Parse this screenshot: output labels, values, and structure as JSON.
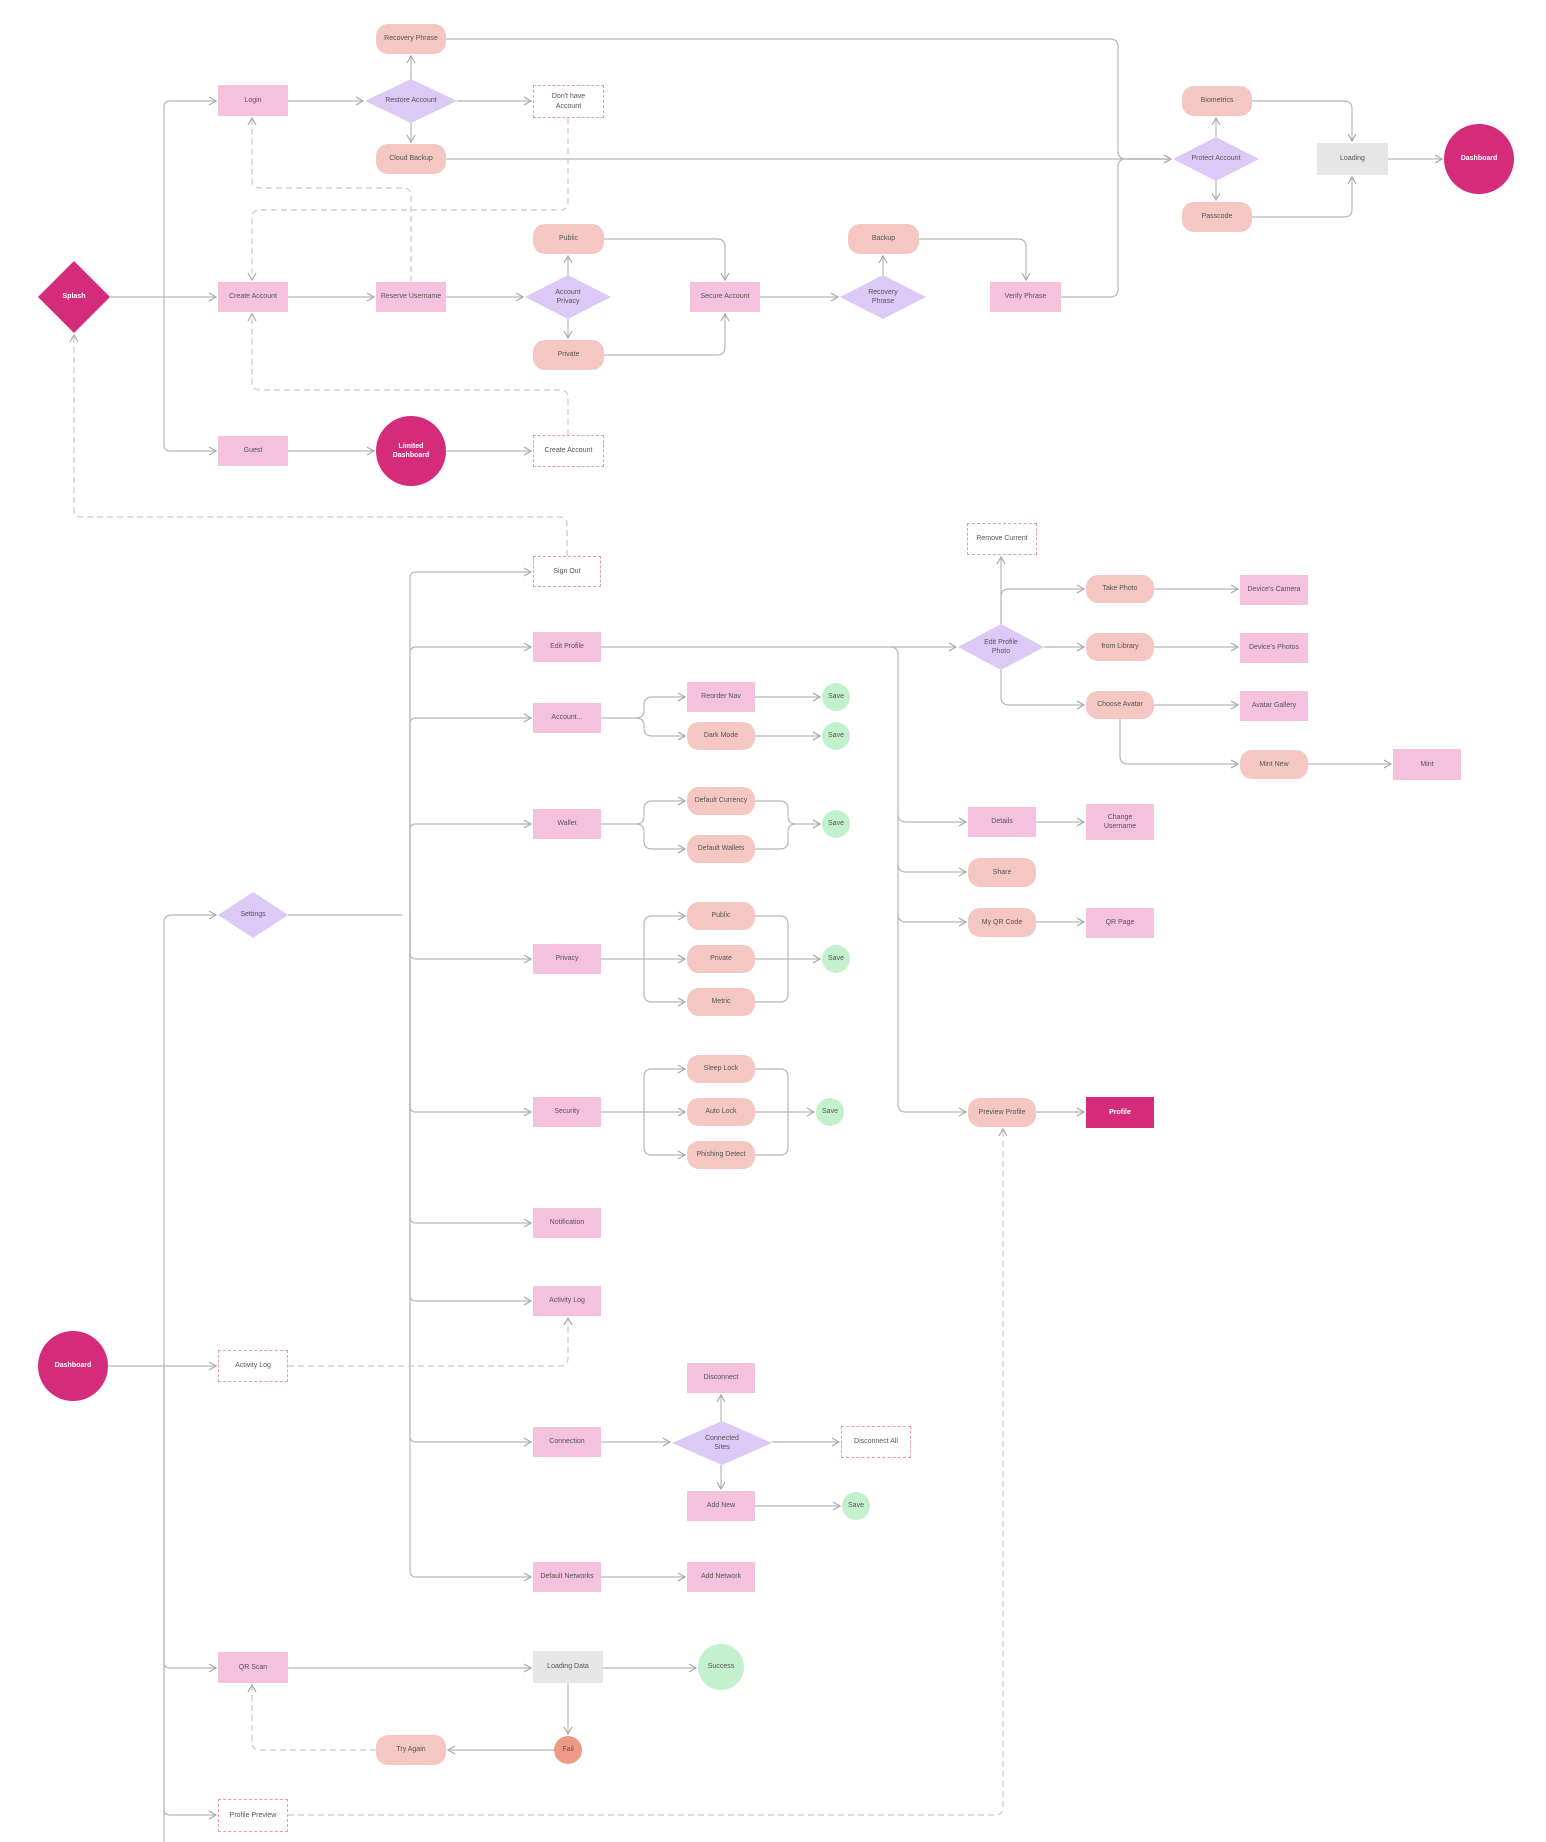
{
  "nodes": [
    {
      "id": "splash",
      "label": "Splash",
      "kind": "diamond-dark"
    },
    {
      "id": "login",
      "label": "Login",
      "kind": "rect"
    },
    {
      "id": "restore",
      "label": "Restore Account",
      "kind": "diamond"
    },
    {
      "id": "recovery_phrase",
      "label": "Recovery Phrase",
      "kind": "pill"
    },
    {
      "id": "cloud_backup",
      "label": "Cloud Backup",
      "kind": "pill"
    },
    {
      "id": "dont_have",
      "label": "Don't have Account",
      "kind": "dash"
    },
    {
      "id": "create_account",
      "label": "Create Account",
      "kind": "rect"
    },
    {
      "id": "reserve_username",
      "label": "Reserve Username",
      "kind": "rect"
    },
    {
      "id": "account_privacy",
      "label": "Account Privacy",
      "kind": "diamond"
    },
    {
      "id": "ap_public",
      "label": "Public",
      "kind": "pill"
    },
    {
      "id": "ap_private",
      "label": "Private",
      "kind": "pill"
    },
    {
      "id": "secure_account",
      "label": "Secure Account",
      "kind": "rect"
    },
    {
      "id": "recovery_phrase_d",
      "label": "Recovery Phrase",
      "kind": "diamond"
    },
    {
      "id": "backup",
      "label": "Backup",
      "kind": "pill"
    },
    {
      "id": "verify_phrase",
      "label": "Verify Phrase",
      "kind": "rect"
    },
    {
      "id": "protect",
      "label": "Protect Account",
      "kind": "diamond"
    },
    {
      "id": "biometrics",
      "label": "Biometrics",
      "kind": "pill"
    },
    {
      "id": "passcode",
      "label": "Passcode",
      "kind": "pill"
    },
    {
      "id": "loading",
      "label": "Loading",
      "kind": "gray"
    },
    {
      "id": "dashboard_top",
      "label": "Dashboard",
      "kind": "circle-dark"
    },
    {
      "id": "guest",
      "label": "Guest",
      "kind": "rect"
    },
    {
      "id": "limited_dashboard",
      "label": "Limited Dashboard",
      "kind": "circle-dark"
    },
    {
      "id": "create_account2",
      "label": "Create Account",
      "kind": "dash"
    },
    {
      "id": "sign_out",
      "label": "Sign Out",
      "kind": "dash"
    },
    {
      "id": "edit_profile",
      "label": "Edit Profile",
      "kind": "rect"
    },
    {
      "id": "account_nav",
      "label": "Account...",
      "kind": "rect"
    },
    {
      "id": "reorder_nav",
      "label": "Reorder Nav",
      "kind": "rect"
    },
    {
      "id": "dark_mode",
      "label": "Dark Mode",
      "kind": "pill"
    },
    {
      "id": "save1",
      "label": "Save",
      "kind": "circle-green"
    },
    {
      "id": "save2",
      "label": "Save",
      "kind": "circle-green"
    },
    {
      "id": "wallet",
      "label": "Wallet",
      "kind": "rect"
    },
    {
      "id": "default_currency",
      "label": "Default Currency",
      "kind": "pill"
    },
    {
      "id": "default_wallets",
      "label": "Default Wallets",
      "kind": "pill"
    },
    {
      "id": "save3",
      "label": "Save",
      "kind": "circle-green"
    },
    {
      "id": "settings",
      "label": "Settings",
      "kind": "diamond"
    },
    {
      "id": "privacy",
      "label": "Privacy",
      "kind": "rect"
    },
    {
      "id": "pr_public",
      "label": "Public",
      "kind": "pill"
    },
    {
      "id": "pr_private",
      "label": "Private",
      "kind": "pill"
    },
    {
      "id": "pr_metric",
      "label": "Metric",
      "kind": "pill"
    },
    {
      "id": "save4",
      "label": "Save",
      "kind": "circle-green"
    },
    {
      "id": "security",
      "label": "Security",
      "kind": "rect"
    },
    {
      "id": "sleep_lock",
      "label": "Sleep Lock",
      "kind": "pill"
    },
    {
      "id": "auto_lock",
      "label": "Auto Lock",
      "kind": "pill"
    },
    {
      "id": "phishing",
      "label": "Phishing Detect",
      "kind": "pill"
    },
    {
      "id": "save5",
      "label": "Save",
      "kind": "circle-green"
    },
    {
      "id": "notification",
      "label": "Notification",
      "kind": "rect"
    },
    {
      "id": "activity_log",
      "label": "Activity Log",
      "kind": "rect"
    },
    {
      "id": "dashboard_main",
      "label": "Dashboard",
      "kind": "circle-dark"
    },
    {
      "id": "activity_log2",
      "label": "Activity Log",
      "kind": "dash"
    },
    {
      "id": "connection",
      "label": "Connection",
      "kind": "rect"
    },
    {
      "id": "connected_sites",
      "label": "Connected Sites",
      "kind": "diamond"
    },
    {
      "id": "disconnect",
      "label": "Disconnect",
      "kind": "rect"
    },
    {
      "id": "disconnect_all",
      "label": "Disconnect All",
      "kind": "dash"
    },
    {
      "id": "add_new",
      "label": "Add New",
      "kind": "rect"
    },
    {
      "id": "save6",
      "label": "Save",
      "kind": "circle-green"
    },
    {
      "id": "default_networks",
      "label": "Default Networks",
      "kind": "rect"
    },
    {
      "id": "add_network",
      "label": "Add Network",
      "kind": "rect"
    },
    {
      "id": "qr_scan",
      "label": "QR Scan",
      "kind": "rect"
    },
    {
      "id": "loading_data",
      "label": "Loading Data",
      "kind": "gray"
    },
    {
      "id": "success",
      "label": "Success",
      "kind": "circle-green"
    },
    {
      "id": "fail",
      "label": "Fail",
      "kind": "circle-red"
    },
    {
      "id": "try_again",
      "label": "Try Again",
      "kind": "pill"
    },
    {
      "id": "profile_preview",
      "label": "Profile Preview",
      "kind": "dash"
    },
    {
      "id": "remove_current",
      "label": "Remove Current",
      "kind": "dash"
    },
    {
      "id": "edit_photo",
      "label": "Edit Profile Photo",
      "kind": "diamond"
    },
    {
      "id": "take_photo",
      "label": "Take Photo",
      "kind": "pill"
    },
    {
      "id": "from_library",
      "label": "from Library",
      "kind": "pill"
    },
    {
      "id": "choose_avatar",
      "label": "Choose Avatar",
      "kind": "pill"
    },
    {
      "id": "devices_camera",
      "label": "Device's Camera",
      "kind": "rect"
    },
    {
      "id": "devices_photos",
      "label": "Device's Photos",
      "kind": "rect"
    },
    {
      "id": "avatar_gallery",
      "label": "Avatar Gallery",
      "kind": "rect"
    },
    {
      "id": "mint_new",
      "label": "Mint New",
      "kind": "pill"
    },
    {
      "id": "mint",
      "label": "Mint",
      "kind": "rect"
    },
    {
      "id": "details",
      "label": "Details",
      "kind": "rect"
    },
    {
      "id": "change_username",
      "label": "Change Username",
      "kind": "rect"
    },
    {
      "id": "share",
      "label": "Share",
      "kind": "pill"
    },
    {
      "id": "my_qr_code",
      "label": "My QR Code",
      "kind": "pill"
    },
    {
      "id": "qr_page",
      "label": "QR Page",
      "kind": "rect"
    },
    {
      "id": "preview_profile",
      "label": "Preview Profile",
      "kind": "pill"
    },
    {
      "id": "profile",
      "label": "Profile",
      "kind": "dark"
    }
  ],
  "colors": {
    "node_pink": "#f4c2de",
    "node_salmon": "#f4c7c3",
    "node_lavender": "#ddc9f6",
    "node_magenta": "#d42b7a",
    "node_green": "#c3f0cd",
    "node_gray": "#e6e6e6",
    "edge_solid": "#b8b8b8",
    "edge_dashed": "#c9c9c9"
  }
}
